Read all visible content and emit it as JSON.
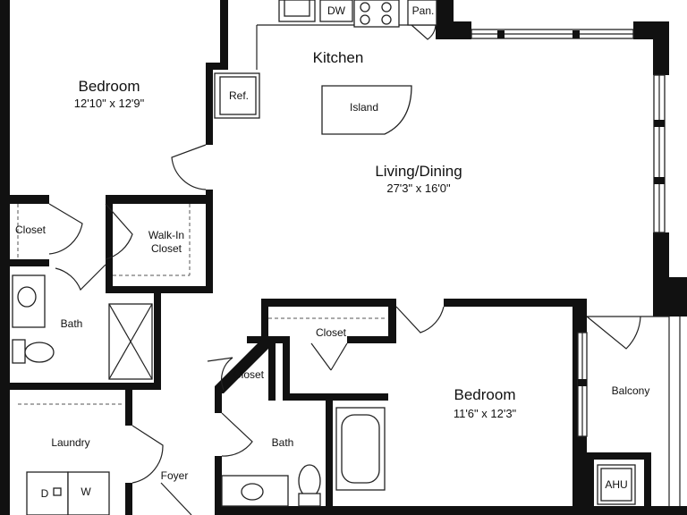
{
  "rooms": {
    "kitchen": "Kitchen",
    "bedroom_1": "Bedroom",
    "bedroom_1_dim": "12'10\" x 12'9\"",
    "living": "Living/Dining",
    "living_dim": "27'3\" x 16'0\"",
    "island": "Island",
    "fridge": "Ref.",
    "dishwasher": "DW",
    "pantry": "Pan.",
    "closet_small": "Closet",
    "walkin_1": "Walk-In",
    "walkin_2": "Closet",
    "bath_1": "Bath",
    "closet_mid": "Closet",
    "closet_angled": "Closet",
    "bedroom_2": "Bedroom",
    "bedroom_2_dim": "11'6\" x 12'3\"",
    "balcony": "Balcony",
    "bath_2": "Bath",
    "laundry": "Laundry",
    "dryer": "D",
    "washer": "W",
    "foyer": "Foyer",
    "ahu": "AHU"
  }
}
